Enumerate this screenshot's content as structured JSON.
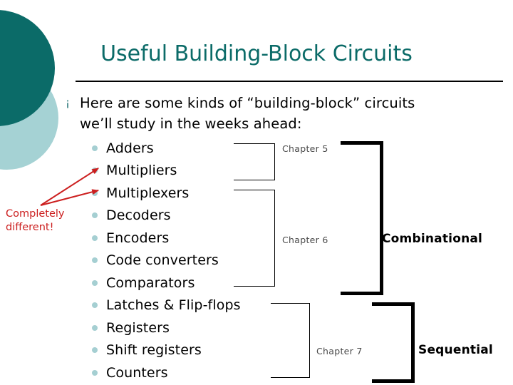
{
  "slide": {
    "title": "Useful Building-Block Circuits",
    "lead": {
      "bullet_glyph": "¡",
      "line1": "Here are some kinds of “building-block” circuits",
      "line2": "we’ll study in the weeks ahead:"
    },
    "items": [
      {
        "label": "Adders"
      },
      {
        "label": "Multipliers"
      },
      {
        "label": "Multiplexers"
      },
      {
        "label": "Decoders"
      },
      {
        "label": "Encoders"
      },
      {
        "label": "Code converters"
      },
      {
        "label": "Comparators"
      },
      {
        "label": "Latches & Flip-flops"
      },
      {
        "label": "Registers"
      },
      {
        "label": "Shift registers"
      },
      {
        "label": "Counters"
      }
    ],
    "chapters": [
      {
        "label": "Chapter 5"
      },
      {
        "label": "Chapter 6"
      },
      {
        "label": "Chapter 7"
      }
    ],
    "groups": [
      {
        "label": "Combinational"
      },
      {
        "label": "Sequential"
      }
    ],
    "annotation": {
      "line1": "Completely",
      "line2": "different!"
    },
    "colors": {
      "title_teal": "#0b6b68",
      "circle_dark": "#0b6b68",
      "circle_light": "#a5d2d4",
      "bullet_teal": "#a5cfd2",
      "annotation_red": "#cc1f1f",
      "chapter_gray": "#4a4a4a",
      "rule_black": "#000000"
    }
  }
}
